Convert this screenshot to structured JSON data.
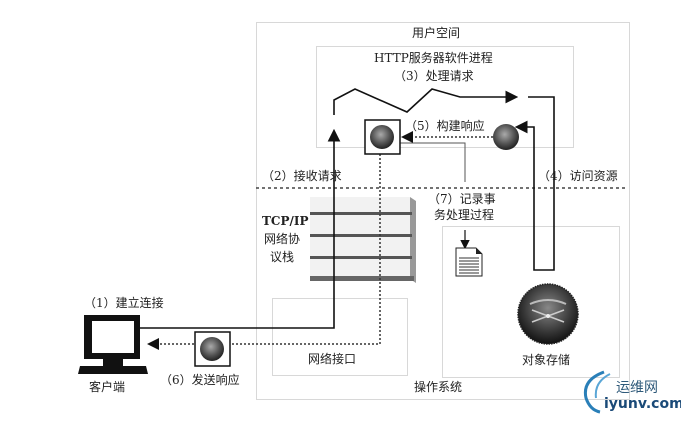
{
  "diagram": {
    "regions": {
      "user_space": "用户空间",
      "http_process": "HTTP服务器软件进程",
      "operating_system": "操作系统",
      "network_interface": "网络接口"
    },
    "steps": {
      "step1": "（1）建立连接",
      "step2": "（2）接收请求",
      "step3": "（3）处理请求",
      "step4": "（4）访问资源",
      "step5": "（5）构建响应",
      "step6": "（6）发送响应",
      "step7_line1": "（7）记录事",
      "step7_line2": "务处理过程"
    },
    "nodes": {
      "client": "客户端",
      "tcpip_line1": "TCP/IP",
      "tcpip_line2": "网络协",
      "tcpip_line3": "议栈",
      "object_store": "对象存储"
    }
  },
  "watermark": {
    "cn": "运维网",
    "en": "iyunv.com"
  }
}
